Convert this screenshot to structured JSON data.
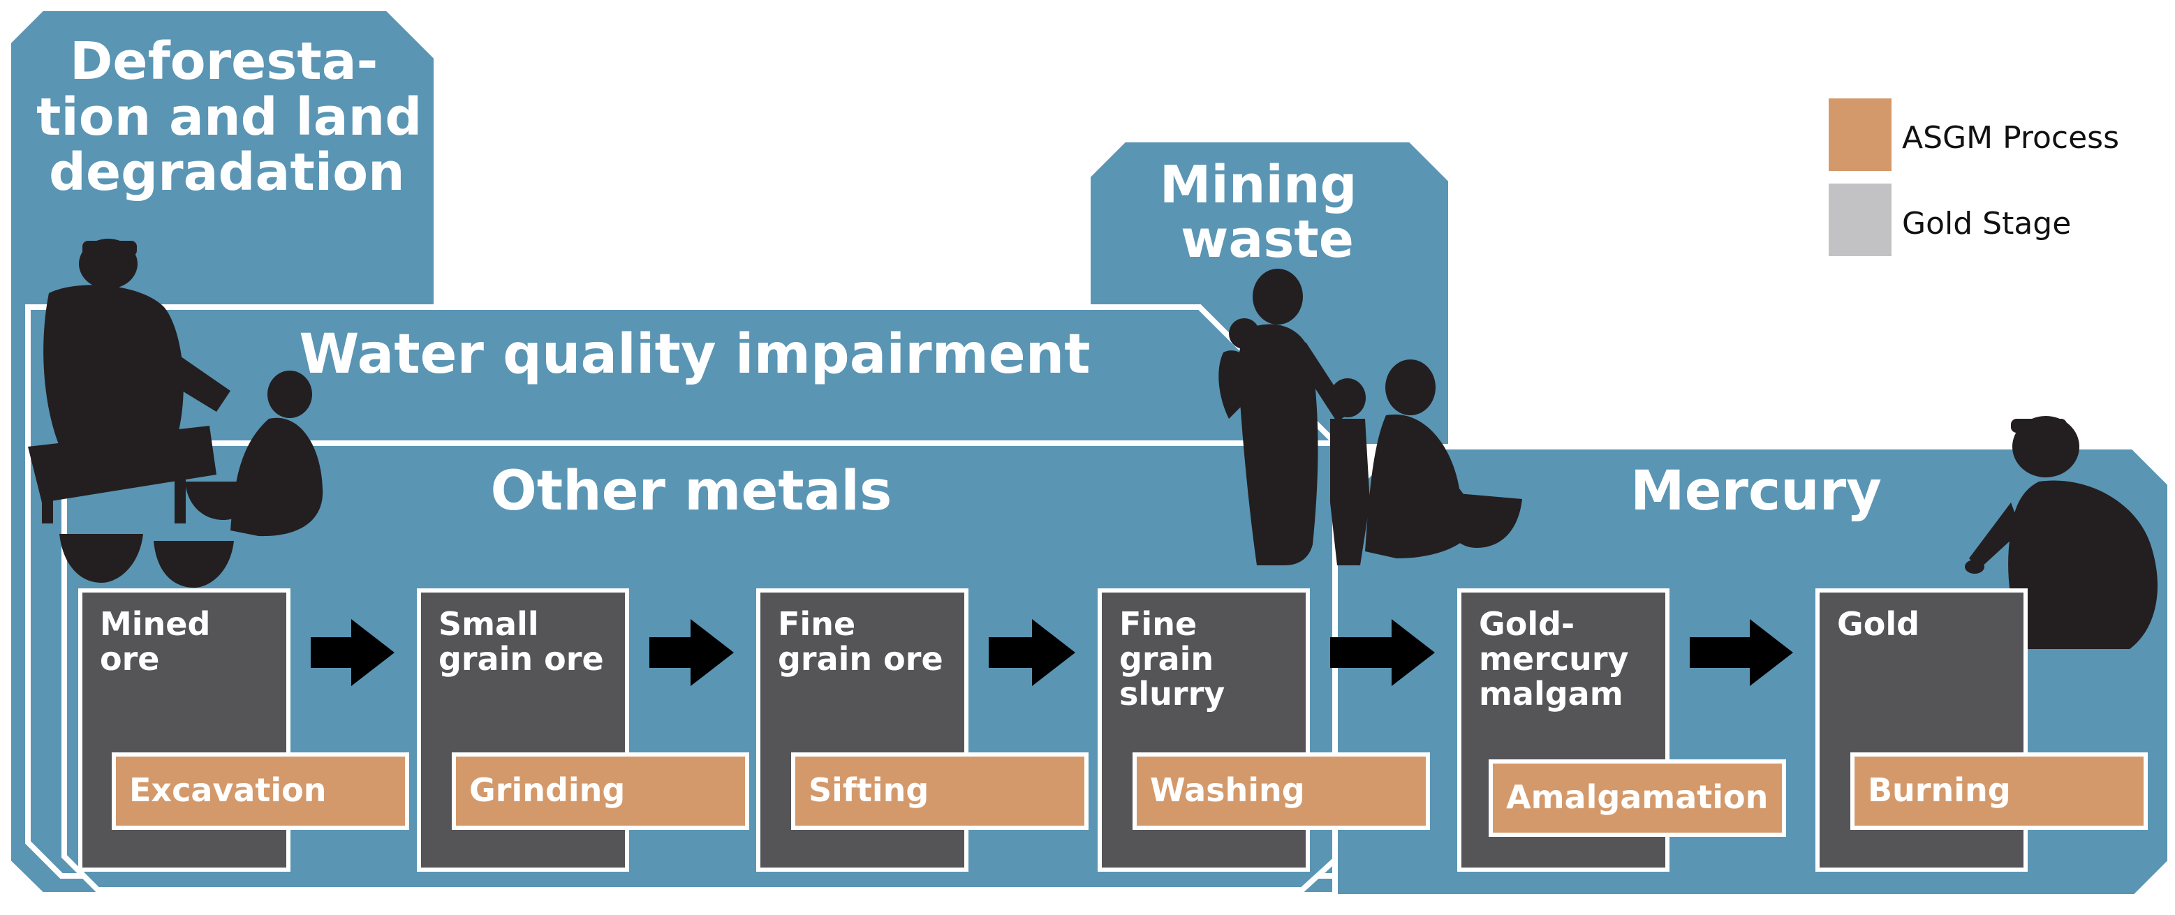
{
  "regions": {
    "deforestation": {
      "lines": [
        "Deforesta-",
        "tion and land",
        "degradation"
      ]
    },
    "mining_waste": {
      "lines": [
        "Mining",
        "waste"
      ]
    },
    "water_quality": {
      "label": "Water quality impairment"
    },
    "other_metals": {
      "label": "Other metals"
    },
    "mercury": {
      "label": "Mercury"
    }
  },
  "stages": [
    {
      "lines": [
        "Mined",
        "ore"
      ],
      "process": "Excavation"
    },
    {
      "lines": [
        "Small",
        "grain ore"
      ],
      "process": "Grinding"
    },
    {
      "lines": [
        "Fine",
        "grain ore"
      ],
      "process": "Sifting"
    },
    {
      "lines": [
        "Fine",
        "grain",
        "slurry"
      ],
      "process": "Washing"
    },
    {
      "lines": [
        "Gold-",
        "mercury",
        "malgam"
      ],
      "process": "Amalgamation"
    },
    {
      "lines": [
        "Gold"
      ],
      "process": "Burning"
    }
  ],
  "legend": [
    {
      "label": "ASGM Process",
      "color": "#d4996a"
    },
    {
      "label": "Gold Stage",
      "color": "#c2c2c4"
    }
  ],
  "colors": {
    "region_fill": "#5a95b4",
    "stage_fill": "#555457",
    "process_fill": "#d4996a",
    "arrow": "#000000",
    "silhouette": "#231f20"
  }
}
